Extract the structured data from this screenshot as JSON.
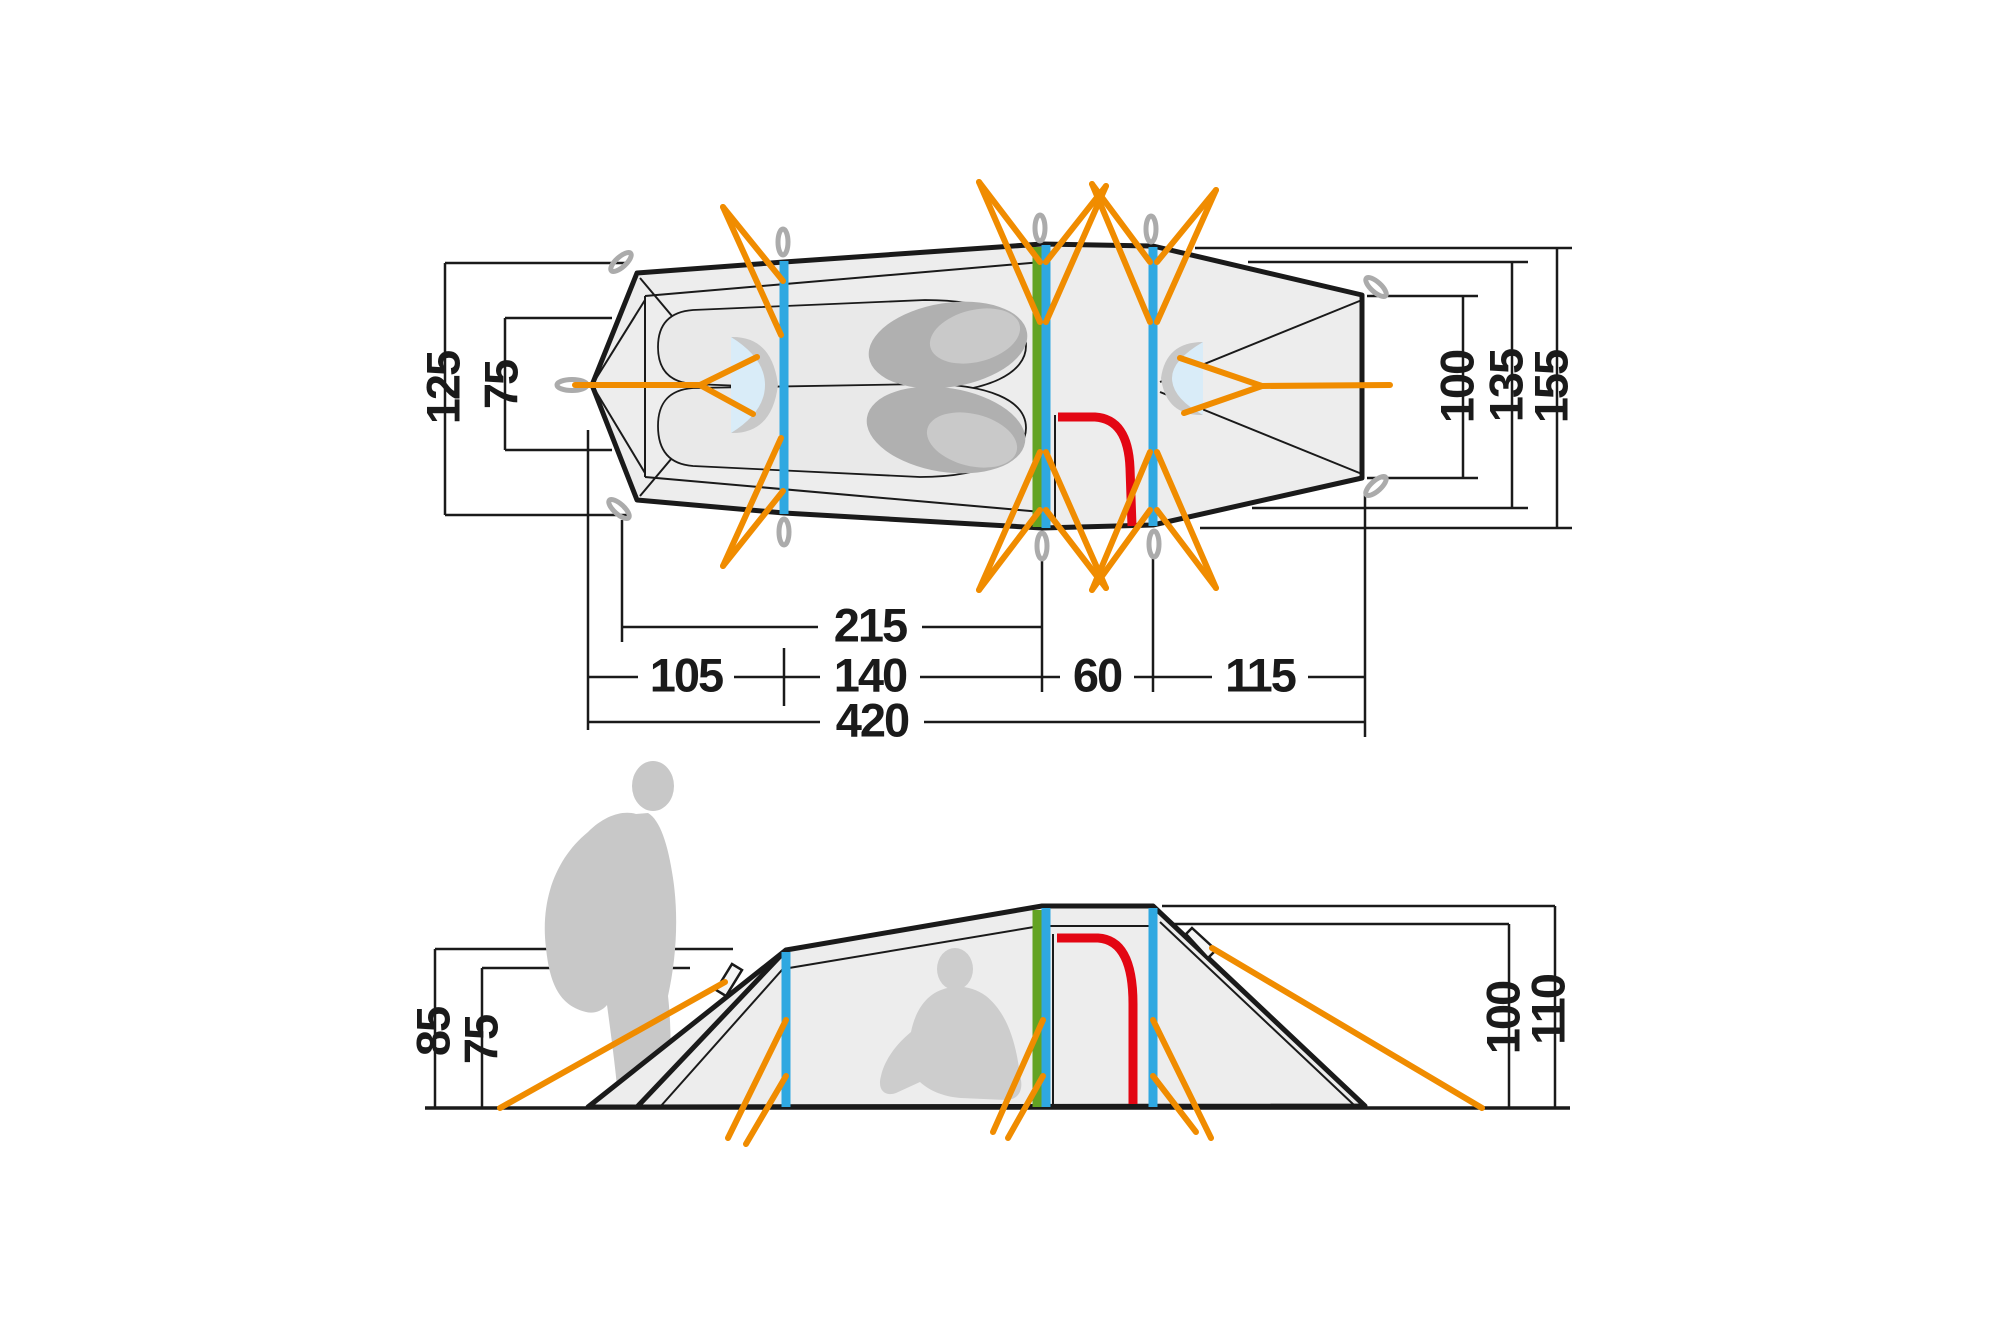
{
  "diagram": {
    "subject": "tent-dimension-drawing",
    "views": [
      "floor-plan-top-view",
      "side-elevation-view"
    ]
  },
  "top_view": {
    "dims": {
      "left_outer_width": "125",
      "left_inner_width": "75",
      "inner_length": "215",
      "seg_left": "105",
      "seg_mid": "140",
      "seg_vestibule": "60",
      "seg_front": "115",
      "total_length": "420",
      "right_inner_width": "100",
      "right_mid_width": "135",
      "right_outer_width": "155"
    }
  },
  "side_view": {
    "dims": {
      "left_inner_height": "75",
      "left_outer_height": "85",
      "right_inner_height": "100",
      "right_outer_height": "110"
    }
  },
  "colors": {
    "guy_line_orange": "#F08C00",
    "pole_blue": "#2FA8E1",
    "pole_green": "#63A323",
    "door_red": "#E30613",
    "fabric_gray": "#EDEDED",
    "inner_floor_gray": "#E9E9E9",
    "line_black": "#1A1A1A",
    "loop_gray": "#ABABAB",
    "silhouette_gray": "#C8C8C8",
    "window_blue": "#D9ECF8"
  }
}
